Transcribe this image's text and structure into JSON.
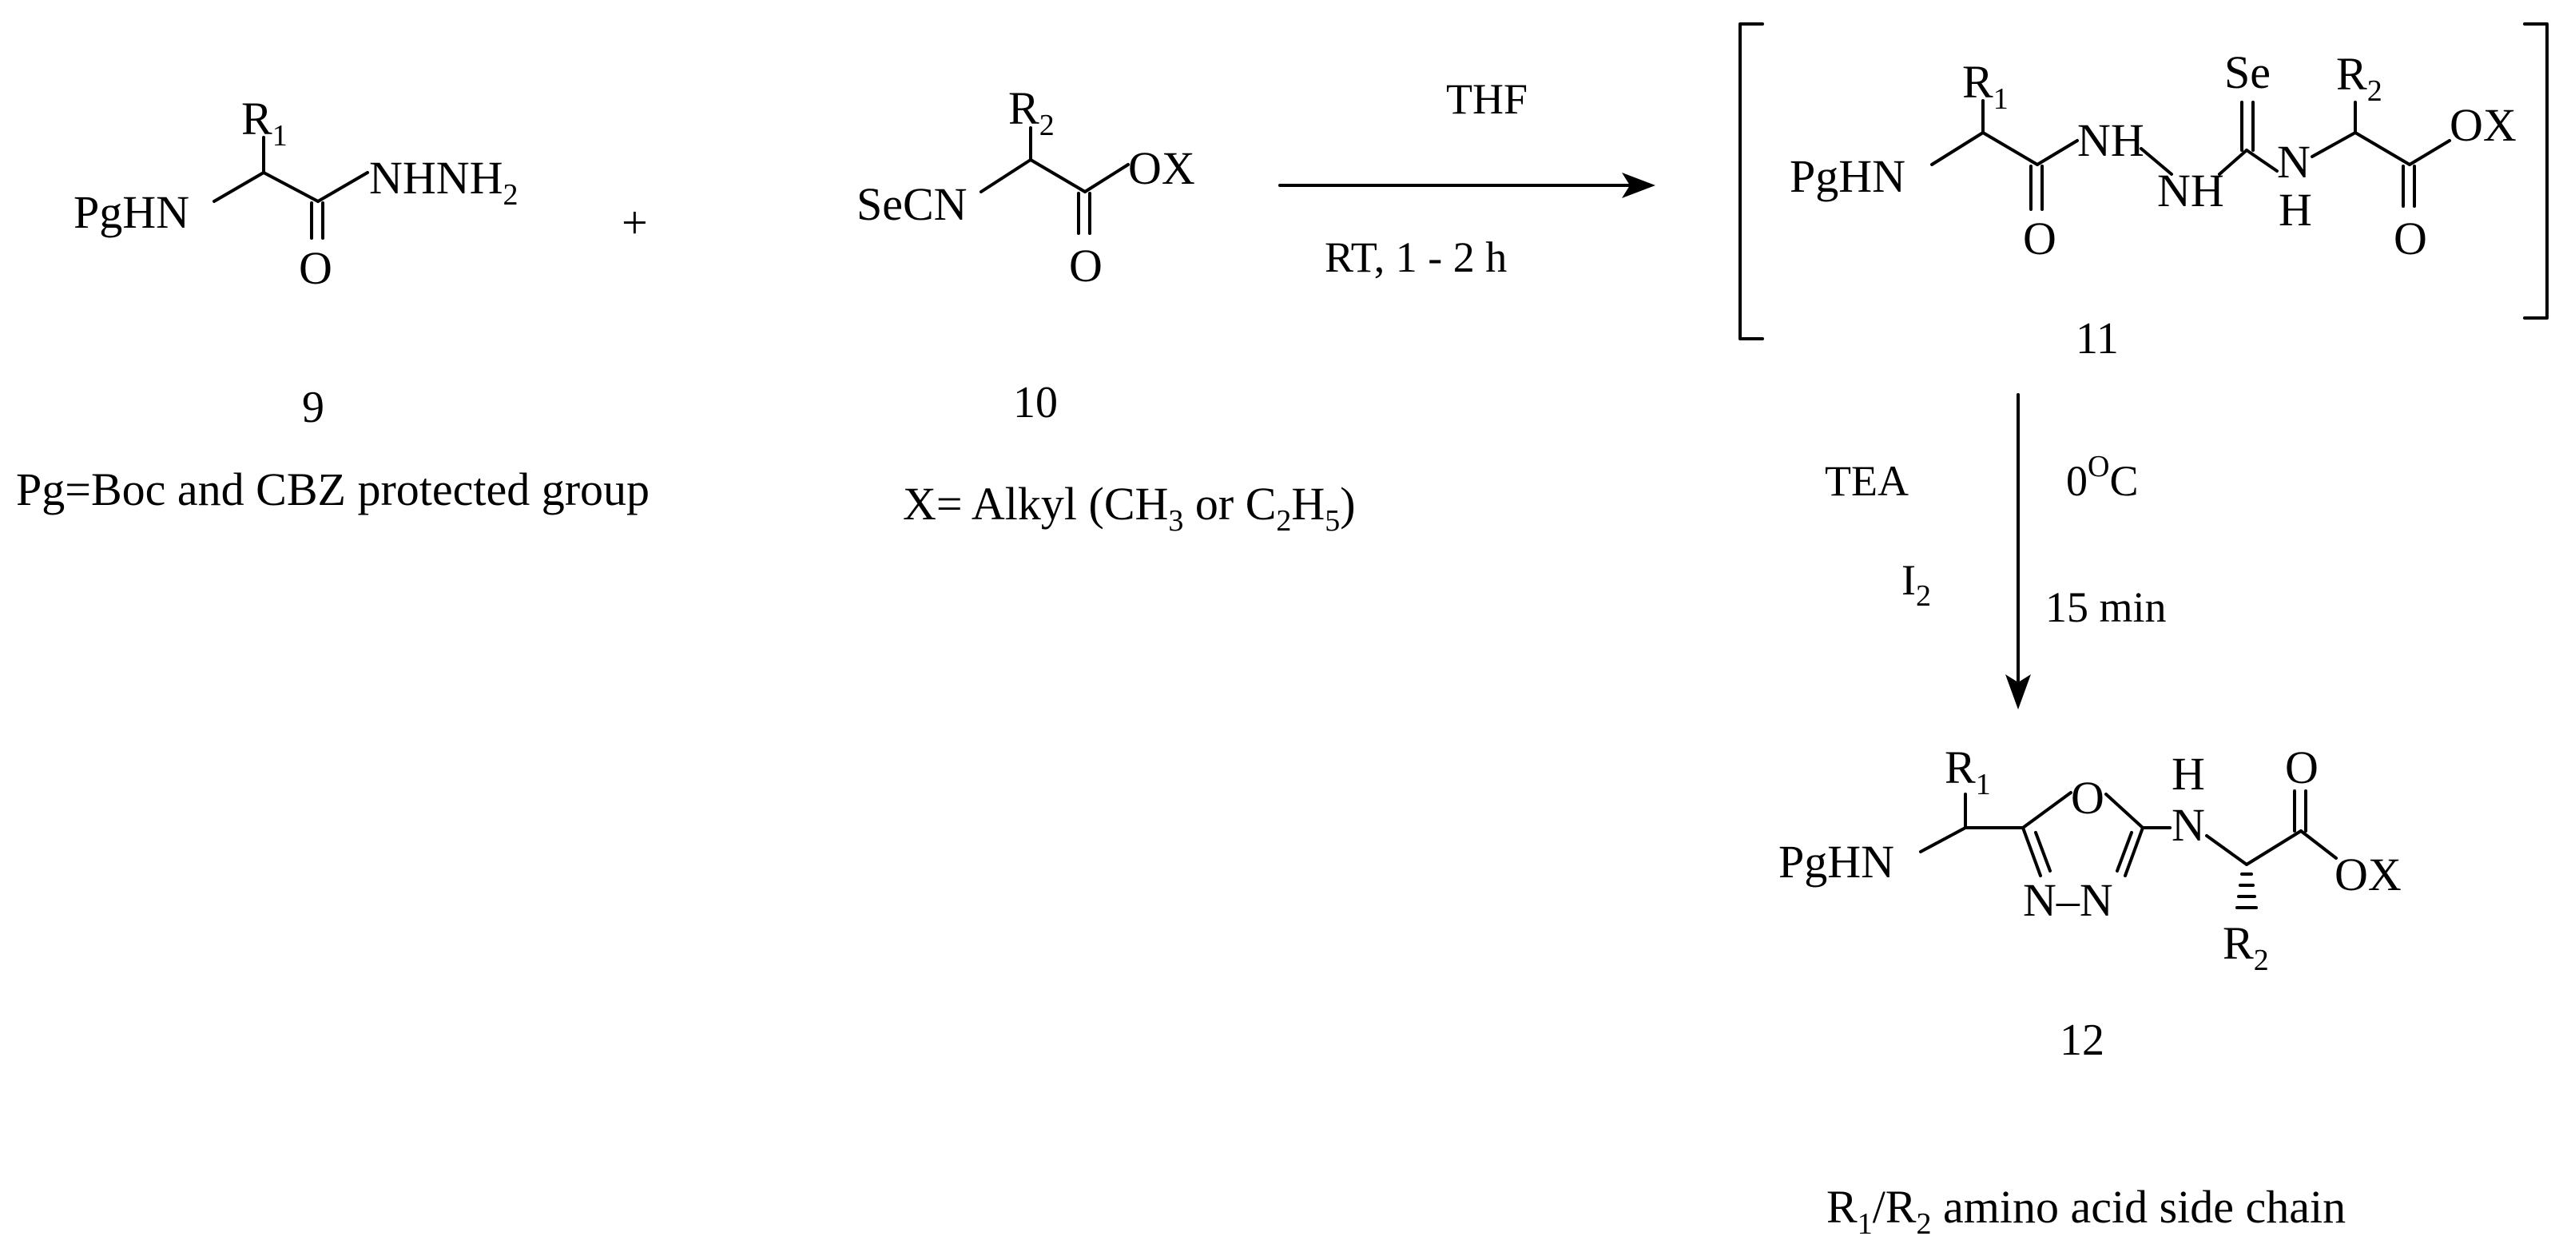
{
  "compounds": {
    "c9": {
      "number": "9",
      "note": "Pg=Boc and CBZ protected group"
    },
    "c10": {
      "number": "10",
      "note": "X= Alkyl (CH3 or C2H5)"
    },
    "c11": {
      "number": "11"
    },
    "c12": {
      "number": "12"
    }
  },
  "atoms": {
    "PgHN": "PgHN",
    "NHNH2": "NHNH",
    "two": "2",
    "O": "O",
    "R": "R",
    "one": "1",
    "SeCN": "SeCN",
    "OX": "OX",
    "NH": "NH",
    "N": "N",
    "H": "H",
    "Se": "Se",
    "NN": "N–N"
  },
  "plus": "+",
  "step1": {
    "above": "THF",
    "below": "RT, 1 - 2 h"
  },
  "step2": {
    "left_top": "TEA",
    "left_bottom": "I",
    "left_bottom_sub": "2",
    "right_top": "0",
    "right_top_sup": "O",
    "right_top_tail": "C",
    "right_bottom": "15 min"
  },
  "footer": "R1/R2 amino acid side chain",
  "footer_parts": {
    "r": "R",
    "sub1": "1",
    "slash": "/R",
    "sub2": "2",
    "rest": " amino acid side chain"
  },
  "note10_parts": {
    "a": "X= Alkyl (CH",
    "s1": "3",
    "b": " or C",
    "s2": "2",
    "c": "H",
    "s3": "5",
    "d": ")"
  }
}
